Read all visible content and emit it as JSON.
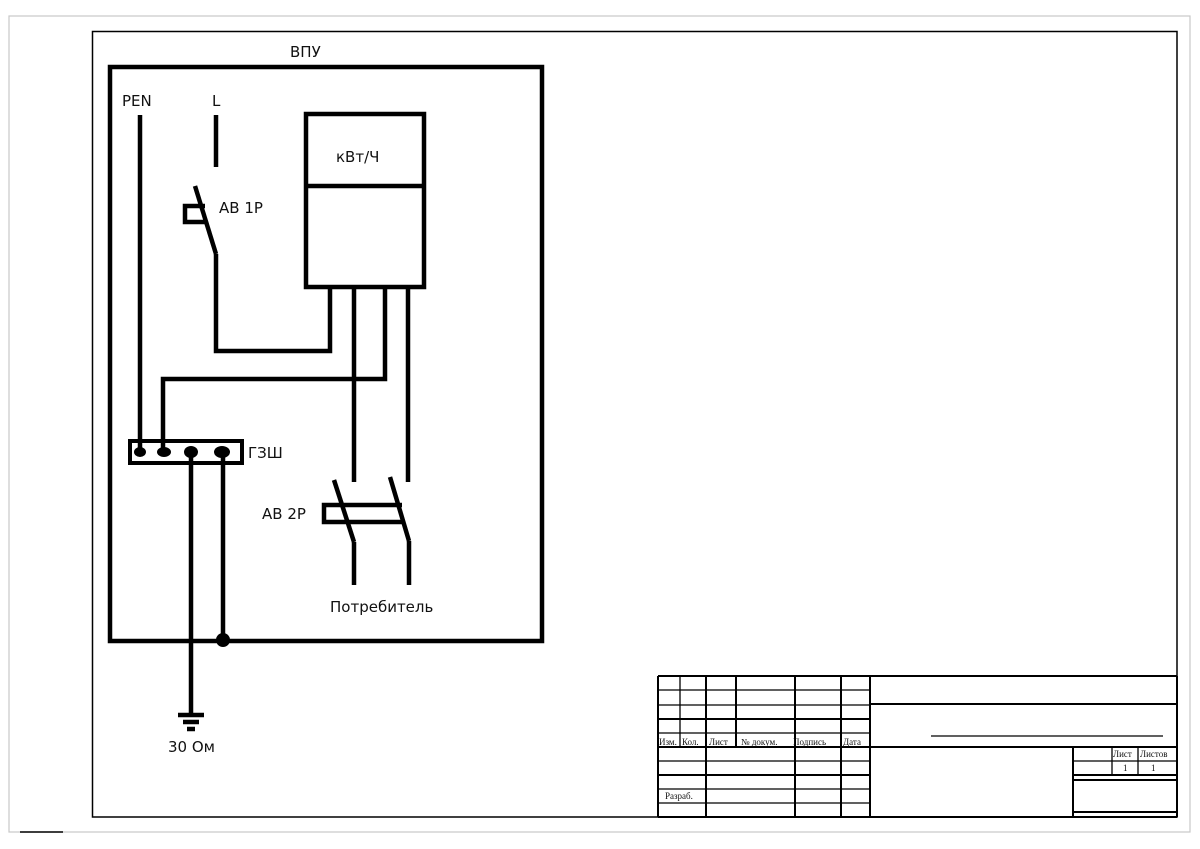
{
  "diagram": {
    "title": "ВПУ",
    "inputs": {
      "pen_label": "PEN",
      "line_label": "L"
    },
    "meter": {
      "label": "кВт/Ч"
    },
    "breakers": {
      "single_pole_label": "АВ 1Р",
      "double_pole_label": "АВ 2Р"
    },
    "ground_bus": {
      "label": "ГЗШ",
      "terminal_count": 4
    },
    "load": {
      "label": "Потребитель"
    },
    "grounding": {
      "resistance_label": "30 Ом"
    }
  },
  "title_block": {
    "header_columns": [
      "Изм.",
      "Кол.",
      "Лист",
      "№ докум.",
      "Подпись",
      "Дата"
    ],
    "developer_label": "Разраб.",
    "sheet_label": "Лист",
    "sheets_label": "Листов",
    "sheet_value": "1",
    "sheets_value": "1"
  }
}
